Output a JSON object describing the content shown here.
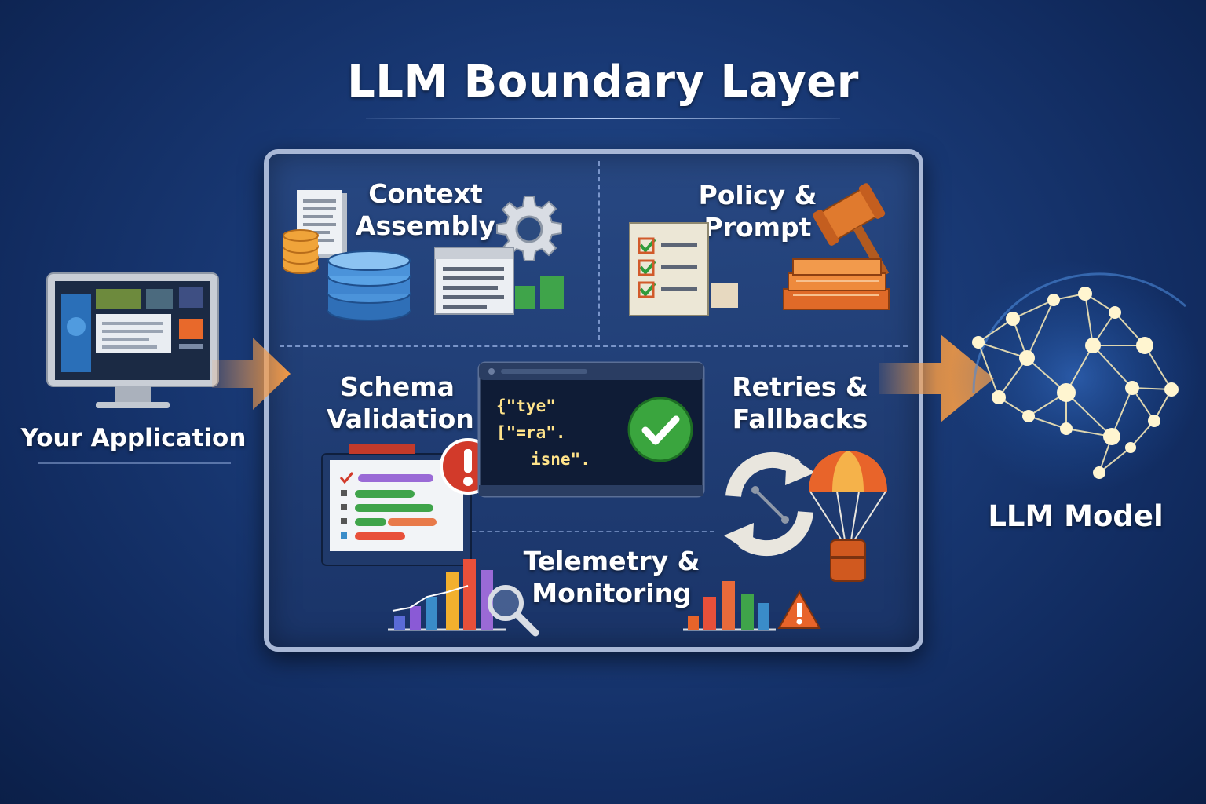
{
  "title": "LLM Boundary Layer",
  "left_node": {
    "label": "Your Application"
  },
  "right_node": {
    "label": "LLM Model"
  },
  "boundary": {
    "sections": {
      "context": {
        "line1": "Context",
        "line2": "Assembly"
      },
      "policy": {
        "line1": "Policy &",
        "line2": "Prompt"
      },
      "schema": {
        "line1": "Schema",
        "line2": "Validation"
      },
      "retries": {
        "line1": "Retries &",
        "line2": "Fallbacks"
      },
      "telemetry": {
        "line1": "Telemetry &",
        "line2": "Monitoring"
      }
    },
    "code_snippet": {
      "line1": "{\"tye\"",
      "line2": "[\"=ra\".",
      "line3": "isne\"."
    }
  },
  "colors": {
    "background": "#143469",
    "arrow": "#f2903e",
    "accent_orange": "#e8732b",
    "check_green": "#3aa53e",
    "error_red": "#d23a2a",
    "node_glow": "#f6d27a"
  },
  "icons": [
    "monitor-icon",
    "document-icon",
    "database-icon",
    "gear-icon",
    "checklist-icon",
    "gavel-icon",
    "book-stack-icon",
    "code-window-icon",
    "check-badge-icon",
    "alert-icon",
    "cycle-arrows-icon",
    "parachute-icon",
    "bar-chart-icon",
    "magnifier-icon",
    "warning-icon",
    "brain-network-icon"
  ]
}
